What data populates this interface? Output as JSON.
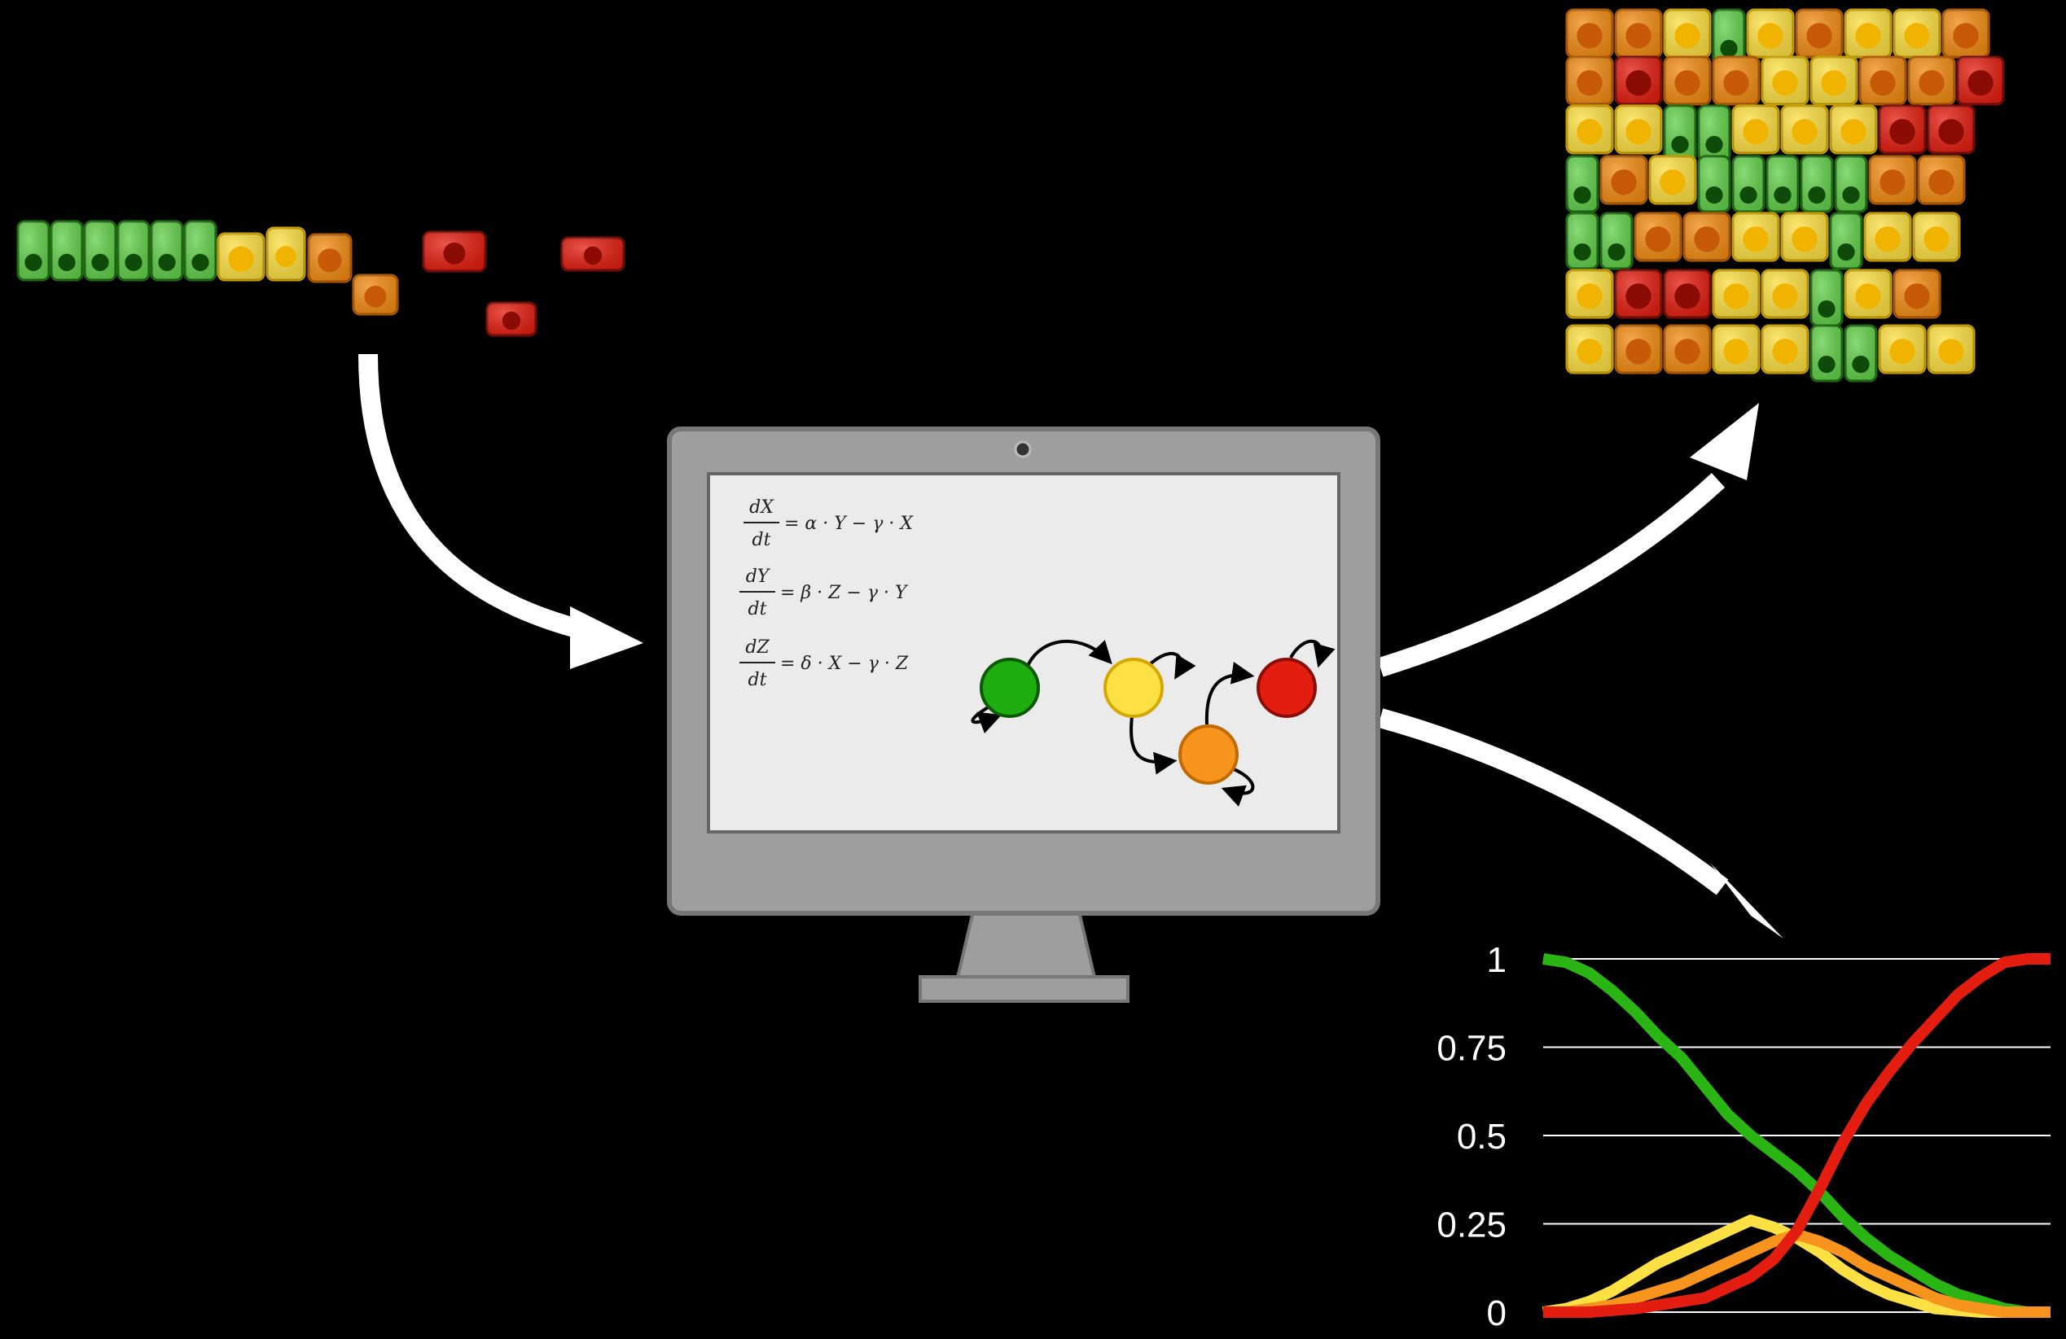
{
  "colors": {
    "background": "#000000",
    "green": "#2fb81a",
    "green_light": "#62d04a",
    "yellow": "#fde043",
    "orange": "#f28c14",
    "red": "#e31e10",
    "arrow": "#ffffff",
    "monitor": "#9e9e9e",
    "screen": "#ebebeb"
  },
  "icons": {
    "monitor": "computer-monitor-icon",
    "webcam": "webcam-icon",
    "input": "cell-lineage-icon",
    "output": "cell-population-grid-icon"
  },
  "equations": [
    {
      "lhs_num": "dX",
      "lhs_den": "dt",
      "rhs": "= α · Y − γ · X"
    },
    {
      "lhs_num": "dY",
      "lhs_den": "dt",
      "rhs": "= β · Z − γ · Y"
    },
    {
      "lhs_num": "dZ",
      "lhs_den": "dt",
      "rhs": "= δ · X − γ · Z"
    }
  ],
  "state_diagram": {
    "states": [
      "green",
      "yellow",
      "orange",
      "red"
    ],
    "transitions": [
      [
        "green",
        "yellow"
      ],
      [
        "yellow",
        "orange"
      ],
      [
        "orange",
        "red"
      ]
    ],
    "self_loops": [
      "green",
      "yellow",
      "orange",
      "red"
    ]
  },
  "lineage_cells": [
    "green",
    "green",
    "green",
    "green",
    "green",
    "green",
    "yellow",
    "yellow",
    "orange",
    "orange",
    "red",
    "red",
    "red"
  ],
  "population_grid": [
    [
      "orange",
      "orange",
      "yellow",
      "green",
      "yellow",
      "orange",
      "yellow",
      "yellow",
      "orange"
    ],
    [
      "orange",
      "red",
      "orange",
      "orange",
      "yellow",
      "yellow",
      "orange",
      "orange",
      "red"
    ],
    [
      "yellow",
      "yellow",
      "green",
      "green",
      "yellow",
      "yellow",
      "yellow",
      "red",
      "red"
    ],
    [
      "green",
      "orange",
      "yellow",
      "green",
      "green",
      "green",
      "green",
      "green",
      "orange",
      "orange"
    ],
    [
      "green",
      "green",
      "orange",
      "orange",
      "yellow",
      "yellow",
      "green",
      "yellow",
      "yellow"
    ],
    [
      "yellow",
      "red",
      "red",
      "yellow",
      "yellow",
      "green",
      "yellow",
      "orange"
    ],
    [
      "yellow",
      "orange",
      "orange",
      "yellow",
      "yellow",
      "green",
      "green",
      "yellow",
      "yellow"
    ]
  ],
  "chart_data": {
    "type": "line",
    "x": [
      0,
      1,
      2,
      3,
      4,
      5,
      6,
      7,
      8,
      9,
      10,
      11,
      12,
      13,
      14,
      15,
      16,
      17,
      18,
      19,
      20,
      21,
      22
    ],
    "ylim": [
      0,
      1
    ],
    "yticks": [
      {
        "value": 1,
        "label": "1"
      },
      {
        "value": 0.75,
        "label": "0.75"
      },
      {
        "value": 0.5,
        "label": "0.5"
      },
      {
        "value": 0.25,
        "label": "0.25"
      },
      {
        "value": 0,
        "label": "0"
      }
    ],
    "grid": true,
    "series": [
      {
        "color": "#2ab514",
        "values": [
          1.0,
          0.99,
          0.96,
          0.91,
          0.85,
          0.78,
          0.72,
          0.64,
          0.56,
          0.5,
          0.45,
          0.4,
          0.34,
          0.27,
          0.21,
          0.16,
          0.12,
          0.08,
          0.05,
          0.03,
          0.01,
          0.0,
          0.0
        ]
      },
      {
        "color": "#fde043",
        "values": [
          0.0,
          0.01,
          0.03,
          0.06,
          0.1,
          0.14,
          0.17,
          0.2,
          0.23,
          0.26,
          0.24,
          0.21,
          0.17,
          0.12,
          0.08,
          0.05,
          0.03,
          0.01,
          0.005,
          0.0,
          0.0,
          0.0,
          0.0
        ]
      },
      {
        "color": "#f7941d",
        "values": [
          0.0,
          0.0,
          0.01,
          0.02,
          0.04,
          0.06,
          0.08,
          0.11,
          0.14,
          0.17,
          0.2,
          0.22,
          0.2,
          0.17,
          0.13,
          0.1,
          0.07,
          0.04,
          0.02,
          0.01,
          0.0,
          0.0,
          0.0
        ]
      },
      {
        "color": "#e31e10",
        "values": [
          0.0,
          0.0,
          0.0,
          0.005,
          0.01,
          0.02,
          0.03,
          0.04,
          0.07,
          0.1,
          0.15,
          0.23,
          0.35,
          0.48,
          0.59,
          0.68,
          0.76,
          0.83,
          0.9,
          0.95,
          0.99,
          1.0,
          1.0
        ]
      }
    ]
  }
}
